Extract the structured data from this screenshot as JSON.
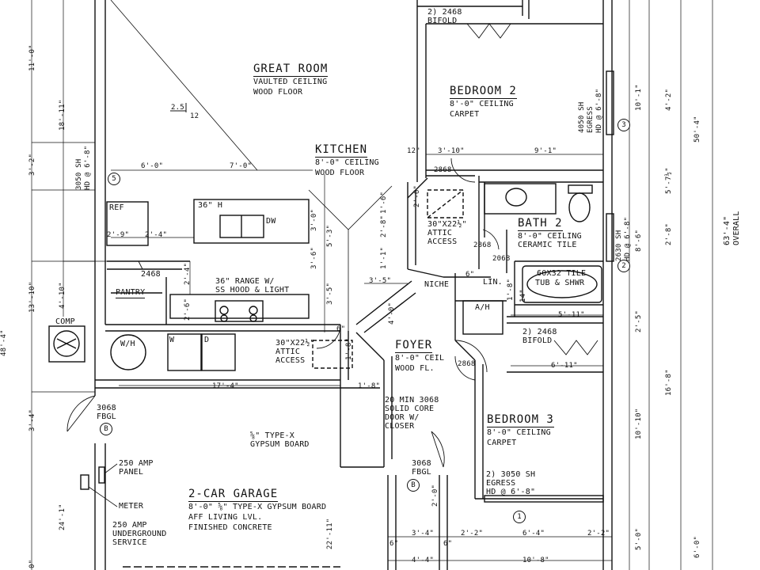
{
  "rooms": {
    "great_room": {
      "name": "GREAT ROOM",
      "ceiling": "VAULTED CEILING",
      "floor": "WOOD FLOOR"
    },
    "kitchen": {
      "name": "KITCHEN",
      "ceiling": "8'-0\" CEILING",
      "floor": "WOOD FLOOR"
    },
    "bedroom2": {
      "name": "BEDROOM 2",
      "ceiling": "8'-0\" CEILING",
      "floor": "CARPET"
    },
    "bath2": {
      "name": "BATH 2",
      "ceiling": "8'-0\" CEILING",
      "floor": "CERAMIC TILE"
    },
    "foyer": {
      "name": "FOYER",
      "ceiling": "8'-0\" CEIL",
      "floor": "WOOD FL."
    },
    "bedroom3": {
      "name": "BEDROOM 3",
      "ceiling": "8'-0\" CEILING",
      "floor": "CARPET"
    },
    "garage": {
      "name": "2-CAR GARAGE",
      "line1": "8'-0\" ⅝\" TYPE-X GYPSUM BOARD",
      "line2": "AFF LIVING LVL.",
      "line3": "FINISHED CONCRETE"
    }
  },
  "notes": {
    "bifold_top": [
      "2) 2468",
      "BIFOLD"
    ],
    "bifold_mid": [
      "2) 2468",
      "BIFOLD"
    ],
    "slope": [
      "2.5",
      "12"
    ],
    "island_36h": "36\" H",
    "ref": "REF",
    "dw": "DW",
    "door_2468_pantry": "2468",
    "range": [
      "36\" RANGE W/",
      "SS HOOD & LIGHT"
    ],
    "pantry": "PANTRY",
    "comp": "COMP",
    "wh": "W/H",
    "washer": "W",
    "dryer": "D",
    "attic1": [
      "30\"X22½\"",
      "ATTIC",
      "ACCESS"
    ],
    "attic2": [
      "30\"X22½\"",
      "ATTIC",
      "ACCESS"
    ],
    "niche": "NICHE",
    "lin": "LIN.",
    "ah": "A/H",
    "door_2868_a": "2868",
    "door_2868_b": "2868",
    "door_2868_c": "2868",
    "door_2068": "2068",
    "tub": [
      "60X32 TILE",
      "TUB & SHWR"
    ],
    "win_bed2": [
      "4050 SH",
      "EGRESS",
      "HD @ 6'-8\""
    ],
    "win_bath": [
      "2630 SH",
      "HD @ 6'-8\""
    ],
    "win_gr": [
      "3050 SH",
      "HD @ 6'-8\""
    ],
    "door_foyer": [
      "20 MIN 3068",
      "SOLID CORE",
      "DOOR W/",
      "CLOSER"
    ],
    "door_3068_fbgl_a": [
      "3068",
      "FBGL"
    ],
    "door_3068_fbgl_b": [
      "3068",
      "FBGL"
    ],
    "gypsum": [
      "⅝\" TYPE-X",
      "GYPSUM BOARD"
    ],
    "panel": [
      "250 AMP",
      "PANEL"
    ],
    "meter": "METER",
    "service": [
      "250 AMP",
      "UNDERGROUND",
      "SERVICE"
    ],
    "win_bed3": [
      "2) 3050 SH",
      "EGRESS",
      "HD @ 6'-8\""
    ],
    "overall": [
      "63'-4\"",
      "OVERALL"
    ]
  },
  "tags": {
    "t5": "5",
    "t3": "3",
    "t2": "2",
    "t1": "1",
    "tb1": "B",
    "tb2": "B"
  },
  "dims": {
    "d_6_0_top": "6'-0\"",
    "d_7_0": "7'-0\"",
    "d_12": "12\"",
    "d_3_10": "3'-10\"",
    "d_9_1": "9'-1\"",
    "d_2_9": "2'-9\"",
    "d_2_4a": "2'-4\"",
    "d_3_0": "3'-0\"",
    "d_5_3": "5'-3\"",
    "d_2_4b": "2'-4\"",
    "d_3_6": "3'-6\"",
    "d_3_5a": "3'-5\"",
    "d_2_6": "2'-6\"",
    "d_3_5b": "3'-5\"",
    "d_6": "6\"",
    "d_4_0": "4'-0\"",
    "d_1_8a": "1'-8\"",
    "d_17_4": "17'-4\"",
    "d_1_8b": "1'-8\"",
    "d_5_11": "5'-11\"",
    "d_6_11": "6'-11\"",
    "d_2_8a": "2'-8\"",
    "d_1_1": "1'-1\"",
    "d_1_6": "1'-6\"",
    "d_2_6b": "2'-6\"",
    "d_1_8c": "1'-8\"",
    "d_14": "14\"",
    "d_2_8b": "2'-8\"",
    "d_3_4a": "3'-4\"",
    "d_6b": "6\"",
    "d_2_2a": "2'-2\"",
    "d_6_4": "6'-4\"",
    "d_2_2b": "2'-2\"",
    "d_4_4": "4'-4\"",
    "d_10_8": "10'-8\"",
    "d_6c": "6\"",
    "d_2_0": "2'-0\"",
    "l_11_0": "11'-0\"",
    "l_18_11": "18'-11\"",
    "l_3_2": "3'-2\"",
    "l_13_10": "13'-10\"",
    "l_4_10": "4'-10\"",
    "l_48_4": "48'-4\"",
    "l_3_4": "3'-4\"",
    "l_24_1": "24'-1\"",
    "l_0": "0\"",
    "l_22_11": "22'-11\"",
    "r_10_1": "10'-1\"",
    "r_4_2": "4'-2\"",
    "r_50_4": "50'-4\"",
    "r_5_7": "5'-7½\"",
    "r_2_8": "2'-8\"",
    "r_8_6": "8'-6\"",
    "r_2_5": "2'-5\"",
    "r_16_8": "16'-8\"",
    "r_10_10": "10'-10\"",
    "r_5_0": "5'-0\"",
    "r_6_0": "6'-0\""
  }
}
